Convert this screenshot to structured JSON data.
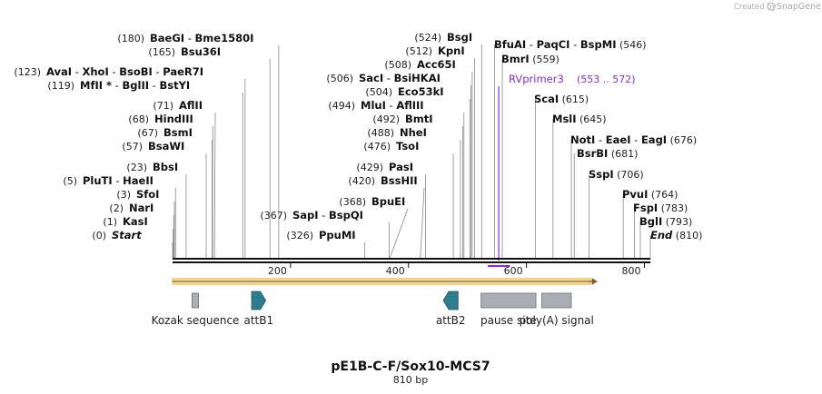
{
  "credit": {
    "prefix": "Created by",
    "brand": "SnapGene"
  },
  "plasmid": {
    "name": "pE1B-C-F/Sox10-MCS7",
    "length_label": "810 bp",
    "length": 810
  },
  "axis": {
    "ticks": [
      200,
      400,
      600,
      800
    ]
  },
  "sites": [
    {
      "groups": [
        [
          "BaeGI",
          "Bme1580I"
        ]
      ],
      "pos_text": "(180)",
      "pos_side": "left",
      "bp": [
        180
      ]
    },
    {
      "groups": [
        [
          "Bsu36I"
        ]
      ],
      "pos_text": "(165)",
      "pos_side": "left",
      "bp": [
        165
      ]
    },
    {
      "groups": [
        [
          "AvaI",
          "XhoI",
          "BsoBI",
          "PaeR7I"
        ]
      ],
      "pos_text": "(123)",
      "pos_side": "left",
      "bp": [
        123
      ]
    },
    {
      "groups": [
        [
          "MfII *",
          "BglII",
          "BstYI"
        ]
      ],
      "pos_text": "(119)",
      "pos_side": "left",
      "bp": [
        119
      ]
    },
    {
      "groups": [
        [
          "AflII"
        ]
      ],
      "pos_text": "(71)",
      "pos_side": "left",
      "bp": [
        71
      ]
    },
    {
      "groups": [
        [
          "HindIII"
        ]
      ],
      "pos_text": "(68)",
      "pos_side": "left",
      "bp": [
        68
      ]
    },
    {
      "groups": [
        [
          "BsmI"
        ]
      ],
      "pos_text": "(67)",
      "pos_side": "left",
      "bp": [
        67
      ]
    },
    {
      "groups": [
        [
          "BsaWI"
        ]
      ],
      "pos_text": "(57)",
      "pos_side": "left",
      "bp": [
        57
      ]
    },
    {
      "groups": [
        [
          "BbsI"
        ]
      ],
      "pos_text": "(23)",
      "pos_side": "left",
      "bp": [
        23
      ]
    },
    {
      "groups": [
        [
          "PluTI",
          "HaeII"
        ]
      ],
      "pos_text": "(5)",
      "pos_side": "left",
      "bp": [
        5
      ]
    },
    {
      "groups": [
        [
          "SfoI"
        ]
      ],
      "pos_text": "(3)",
      "pos_side": "left",
      "bp": [
        3
      ]
    },
    {
      "groups": [
        [
          "NarI"
        ]
      ],
      "pos_text": "(2)",
      "pos_side": "left",
      "bp": [
        2
      ]
    },
    {
      "groups": [
        [
          "KasI"
        ]
      ],
      "pos_text": "(1)",
      "pos_side": "left",
      "bp": [
        1
      ]
    },
    {
      "groups": [
        [
          "Start"
        ]
      ],
      "pos_text": "(0)",
      "pos_side": "left",
      "italic": true,
      "bp": [
        0
      ]
    },
    {
      "groups": [
        [
          "BsgI"
        ]
      ],
      "pos_text": "(524)",
      "pos_side": "left",
      "bp": [
        524
      ]
    },
    {
      "groups": [
        [
          "KpnI"
        ]
      ],
      "pos_text": "(512)",
      "pos_side": "left",
      "bp": [
        512
      ]
    },
    {
      "groups": [
        [
          "Acc65I"
        ]
      ],
      "pos_text": "(508)",
      "pos_side": "left",
      "bp": [
        508
      ]
    },
    {
      "groups": [
        [
          "SacI",
          "BsiHKAI"
        ]
      ],
      "pos_text": "(506)",
      "pos_side": "left",
      "bp": [
        506
      ]
    },
    {
      "groups": [
        [
          "Eco53kI"
        ]
      ],
      "pos_text": "(504)",
      "pos_side": "left",
      "bp": [
        504
      ]
    },
    {
      "groups": [
        [
          "MluI",
          "AflIII"
        ]
      ],
      "pos_text": "(494)",
      "pos_side": "left",
      "bp": [
        494
      ]
    },
    {
      "groups": [
        [
          "BmtI"
        ]
      ],
      "pos_text": "(492)",
      "pos_side": "left",
      "bp": [
        492
      ]
    },
    {
      "groups": [
        [
          "NheI"
        ]
      ],
      "pos_text": "(488)",
      "pos_side": "left",
      "bp": [
        488
      ]
    },
    {
      "groups": [
        [
          "TsoI"
        ]
      ],
      "pos_text": "(476)",
      "pos_side": "left",
      "bp": [
        476
      ]
    },
    {
      "groups": [
        [
          "PasI"
        ]
      ],
      "pos_text": "(429)",
      "pos_side": "left",
      "bp": [
        429
      ]
    },
    {
      "groups": [
        [
          "BssHII"
        ]
      ],
      "pos_text": "(420)",
      "pos_side": "left",
      "bp": [
        420
      ]
    },
    {
      "groups": [
        [
          "BpuEI"
        ]
      ],
      "pos_text": "(368)",
      "pos_side": "left",
      "bp": [
        368
      ]
    },
    {
      "groups": [
        [
          "SapI",
          "BspQI"
        ]
      ],
      "pos_text": "(367)",
      "pos_side": "left",
      "bp": [
        367
      ]
    },
    {
      "groups": [
        [
          "PpuMI"
        ]
      ],
      "pos_text": "(326)",
      "pos_side": "left",
      "bp": [
        326
      ]
    },
    {
      "groups": [
        [
          "BfuAI",
          "PaqCI",
          "BspMI"
        ]
      ],
      "pos_text": "(546)",
      "pos_side": "right",
      "bp": [
        546
      ]
    },
    {
      "groups": [
        [
          "BmrI"
        ]
      ],
      "pos_text": "(559)",
      "pos_side": "right",
      "bp": [
        559
      ]
    },
    {
      "groups": [
        [
          "ScaI"
        ]
      ],
      "pos_text": "(615)",
      "pos_side": "right",
      "bp": [
        615
      ]
    },
    {
      "groups": [
        [
          "MslI"
        ]
      ],
      "pos_text": "(645)",
      "pos_side": "right",
      "bp": [
        645
      ]
    },
    {
      "groups": [
        [
          "NotI",
          "EaeI",
          "EagI"
        ]
      ],
      "pos_text": "(676)",
      "pos_side": "right",
      "bp": [
        676
      ]
    },
    {
      "groups": [
        [
          "BsrBI"
        ]
      ],
      "pos_text": "(681)",
      "pos_side": "right",
      "bp": [
        681
      ]
    },
    {
      "groups": [
        [
          "SspI"
        ]
      ],
      "pos_text": "(706)",
      "pos_side": "right",
      "bp": [
        706
      ]
    },
    {
      "groups": [
        [
          "PvuI"
        ]
      ],
      "pos_text": "(764)",
      "pos_side": "right",
      "bp": [
        764
      ]
    },
    {
      "groups": [
        [
          "FspI"
        ]
      ],
      "pos_text": "(783)",
      "pos_side": "right",
      "bp": [
        783
      ]
    },
    {
      "groups": [
        [
          "BglI"
        ]
      ],
      "pos_text": "(793)",
      "pos_side": "right",
      "bp": [
        793
      ]
    },
    {
      "groups": [
        [
          "End"
        ]
      ],
      "pos_text": "(810)",
      "pos_side": "right",
      "italic": true,
      "bp": [
        810
      ]
    }
  ],
  "primer": {
    "name": "RVprimer3",
    "range_text": "(553 .. 572)",
    "start": 553,
    "end": 572,
    "color": "#8a2be2"
  },
  "features": [
    {
      "name": "Kozak sequence",
      "start": 33,
      "end": 44,
      "shape": "box",
      "color": "#a9aeb4"
    },
    {
      "name": "attB1",
      "start": 134,
      "end": 158,
      "shape": "arrow-right",
      "color": "#2e7d8e"
    },
    {
      "name": "attB2",
      "start": 459,
      "end": 484,
      "shape": "arrow-left",
      "color": "#2e7d8e"
    },
    {
      "name": "pause site",
      "start": 523,
      "end": 616,
      "shape": "box",
      "color": "#a9aeb4"
    },
    {
      "name": "poly(A) signal",
      "start": 626,
      "end": 676,
      "shape": "box",
      "color": "#a9aeb4"
    }
  ],
  "orf": {
    "start": 0,
    "end": 720,
    "color": "#f5a623"
  }
}
